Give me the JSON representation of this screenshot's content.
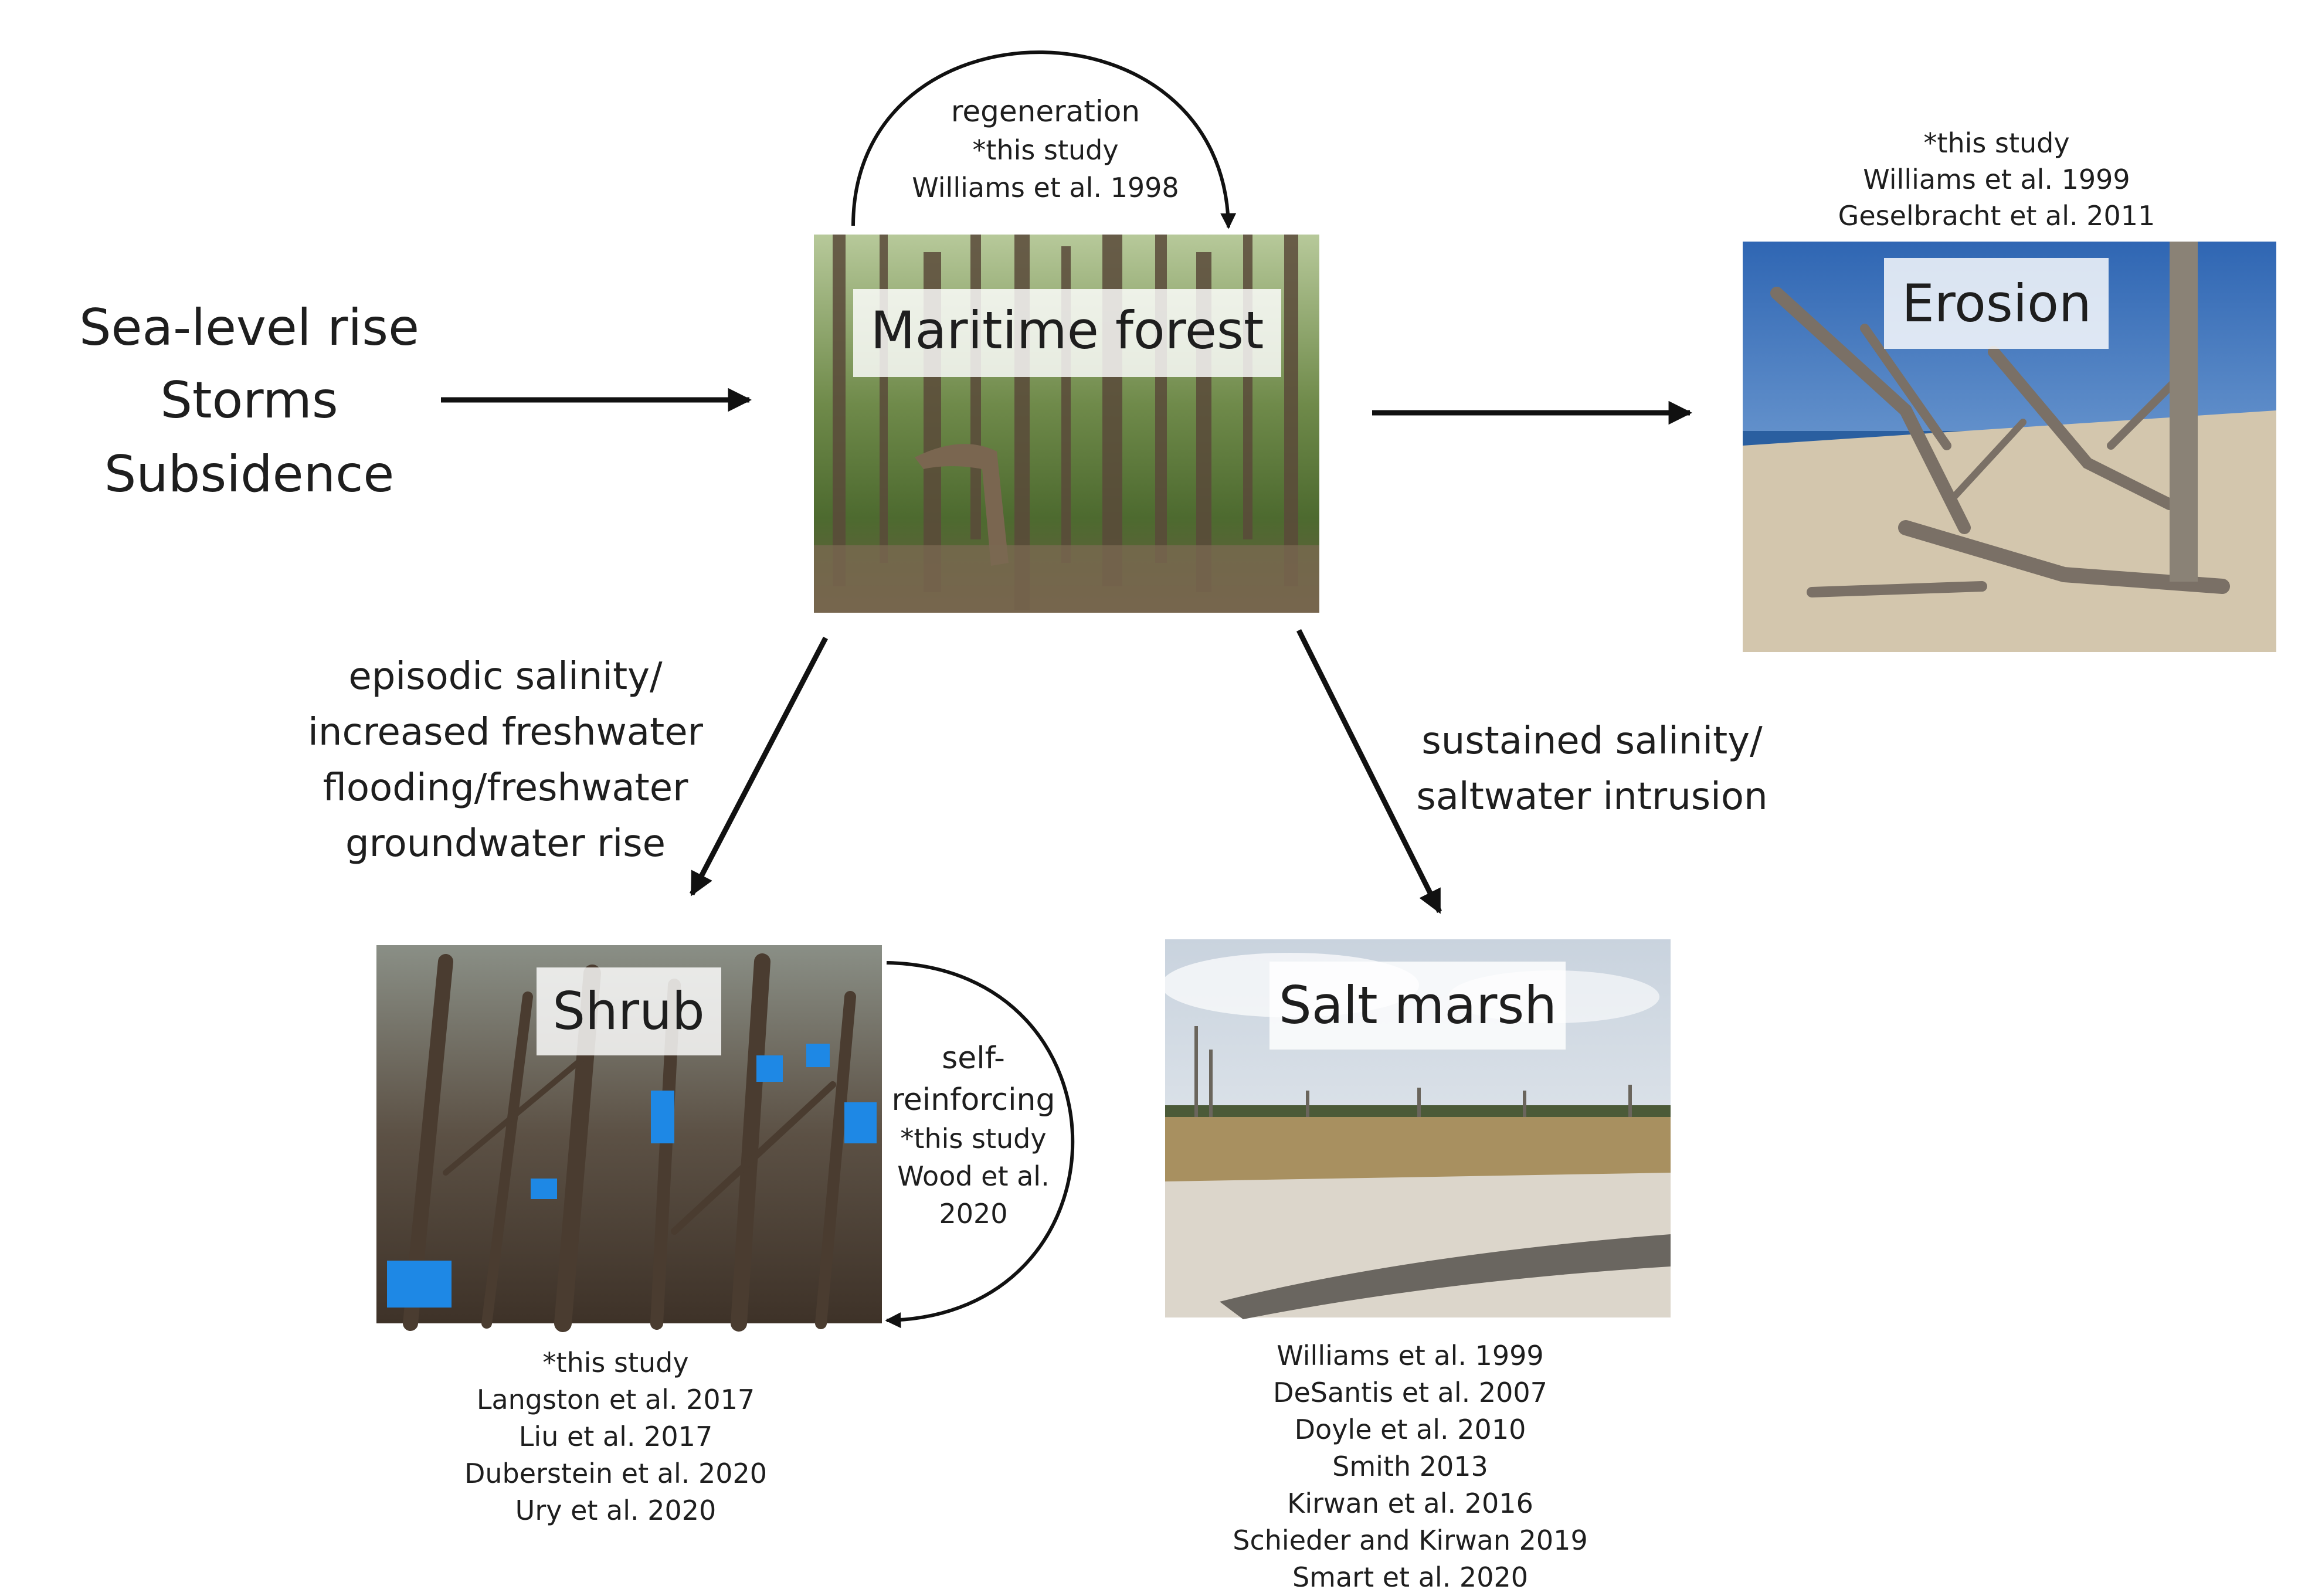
{
  "drivers": [
    "Sea-level rise",
    "Storms",
    "Subsidence"
  ],
  "nodes": {
    "maritime_forest": {
      "title": "Maritime forest",
      "loop_label": [
        "regeneration",
        "*this study",
        "Williams et al. 1998"
      ]
    },
    "erosion": {
      "title": "Erosion",
      "references": [
        "*this study",
        "Williams et al. 1999",
        "Geselbracht et al. 2011"
      ]
    },
    "shrub": {
      "title": "Shrub",
      "loop_label": [
        "self-",
        "reinforcing",
        "*this study",
        "Wood et al.",
        "2020"
      ],
      "references": [
        "*this study",
        "Langston et al. 2017",
        "Liu et al. 2017",
        "Duberstein et al. 2020",
        "Ury et al. 2020"
      ]
    },
    "salt_marsh": {
      "title": "Salt marsh",
      "references": [
        "Williams et al. 1999",
        "DeSantis et al. 2007",
        "Doyle et al. 2010",
        "Smith 2013",
        "Kirwan et al. 2016",
        "Schieder and Kirwan 2019",
        "Smart et al. 2020"
      ]
    }
  },
  "transitions": {
    "to_shrub": [
      "episodic salinity/",
      "increased freshwater",
      "flooding/freshwater",
      "groundwater rise"
    ],
    "to_salt_marsh": [
      "sustained salinity/",
      "saltwater intrusion"
    ]
  },
  "colors": {
    "arrow": "#111111",
    "text": "#1e1e1e",
    "forest_green": "#4f6b32",
    "beach_sand": "#cdbfa5",
    "sky_blue": "#4a82c4",
    "shrub_brown": "#5e4a3a",
    "shrub_tape": "#1e88e5",
    "marsh_grass": "#a89060"
  }
}
